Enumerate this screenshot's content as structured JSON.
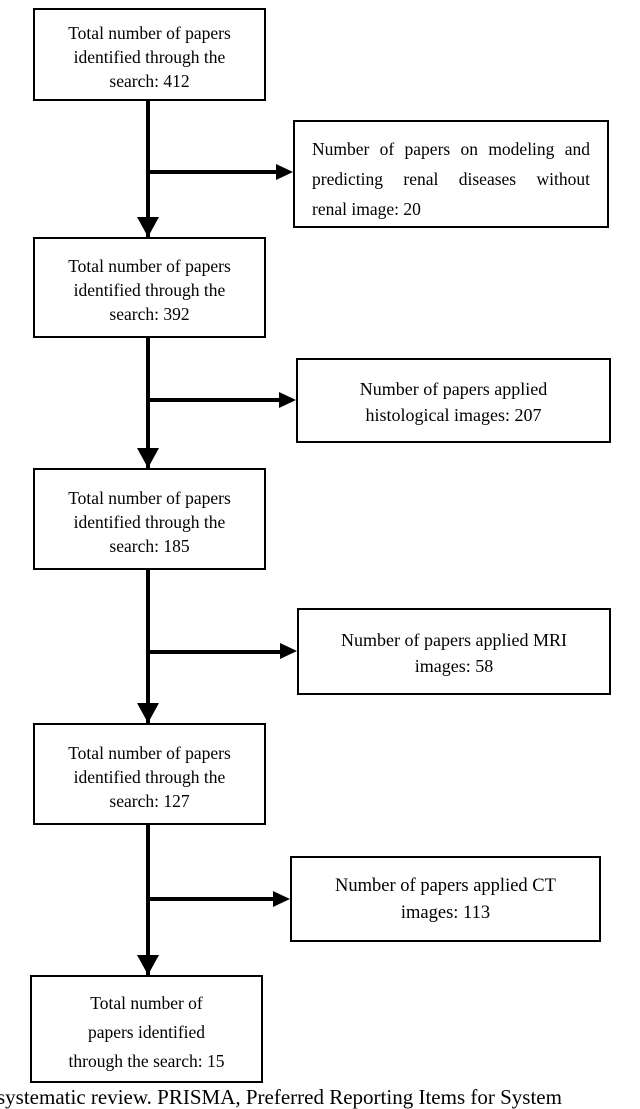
{
  "diagram": {
    "main_boxes": [
      {
        "id": "papers-412",
        "lines": [
          "Total number of papers",
          "identified through the",
          "search: 412"
        ]
      },
      {
        "id": "papers-392",
        "lines": [
          "Total number of papers",
          "identified through the",
          "search: 392"
        ]
      },
      {
        "id": "papers-185",
        "lines": [
          "Total number of papers",
          "identified through the",
          "search: 185"
        ]
      },
      {
        "id": "papers-127",
        "lines": [
          "Total number of papers",
          "identified through the",
          "search: 127"
        ]
      },
      {
        "id": "papers-15",
        "lines": [
          "Total number of",
          "papers identified",
          "through the search: 15"
        ]
      }
    ],
    "side_boxes": [
      {
        "id": "excluded-without-renal-image",
        "lines": [
          "Number of papers on modeling and",
          "predicting renal diseases without",
          "renal image: 20"
        ]
      },
      {
        "id": "excluded-histological",
        "lines": [
          "Number of papers applied",
          "histological images: 207"
        ]
      },
      {
        "id": "excluded-mri",
        "lines": [
          "Number of papers applied MRI",
          "images: 58"
        ]
      },
      {
        "id": "excluded-ct",
        "lines": [
          "Number of papers applied CT",
          "images: 113"
        ]
      }
    ],
    "caption": "systematic review. PRISMA, Preferred Reporting Items for System",
    "colors": {
      "line": "#000000",
      "box_border": "#000000",
      "box_background": "#ffffff",
      "page_background": "#ffffff",
      "text": "#000000"
    }
  }
}
